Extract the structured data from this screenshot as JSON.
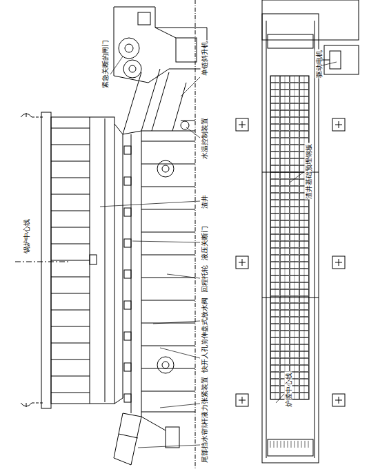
{
  "diagram": {
    "labels": [
      "紧急关断的闸门",
      "单链斜升机",
      "水温控制装置",
      "渣井",
      "液压关断门",
      "回程托轮",
      "前伸盘式放水阀",
      "快开人孔",
      "螺杆液力张紧装置",
      "尾部挡水帘",
      "锅炉中心线",
      "驱动电机",
      "渣井基础预埋钢板",
      "炉膛中心线"
    ]
  }
}
